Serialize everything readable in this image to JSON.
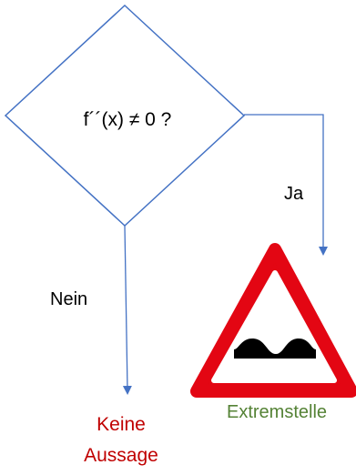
{
  "diagram": {
    "decision": {
      "label": "f´´(x) ≠ 0 ?"
    },
    "branches": {
      "yes": {
        "label": "Ja"
      },
      "no": {
        "label": "Nein"
      }
    },
    "outcomes": {
      "no_result": {
        "line1": "Keine",
        "line2": "Aussage"
      },
      "yes_result": {
        "label": "Extremstelle"
      }
    },
    "sign": {
      "icon": "uneven-road-warning-sign-icon"
    },
    "colors": {
      "shape_stroke": "#4472c4",
      "no_result_text": "#c00000",
      "yes_result_text": "#548235",
      "sign_red": "#e30613",
      "sign_black": "#000000",
      "sign_white": "#ffffff"
    }
  }
}
